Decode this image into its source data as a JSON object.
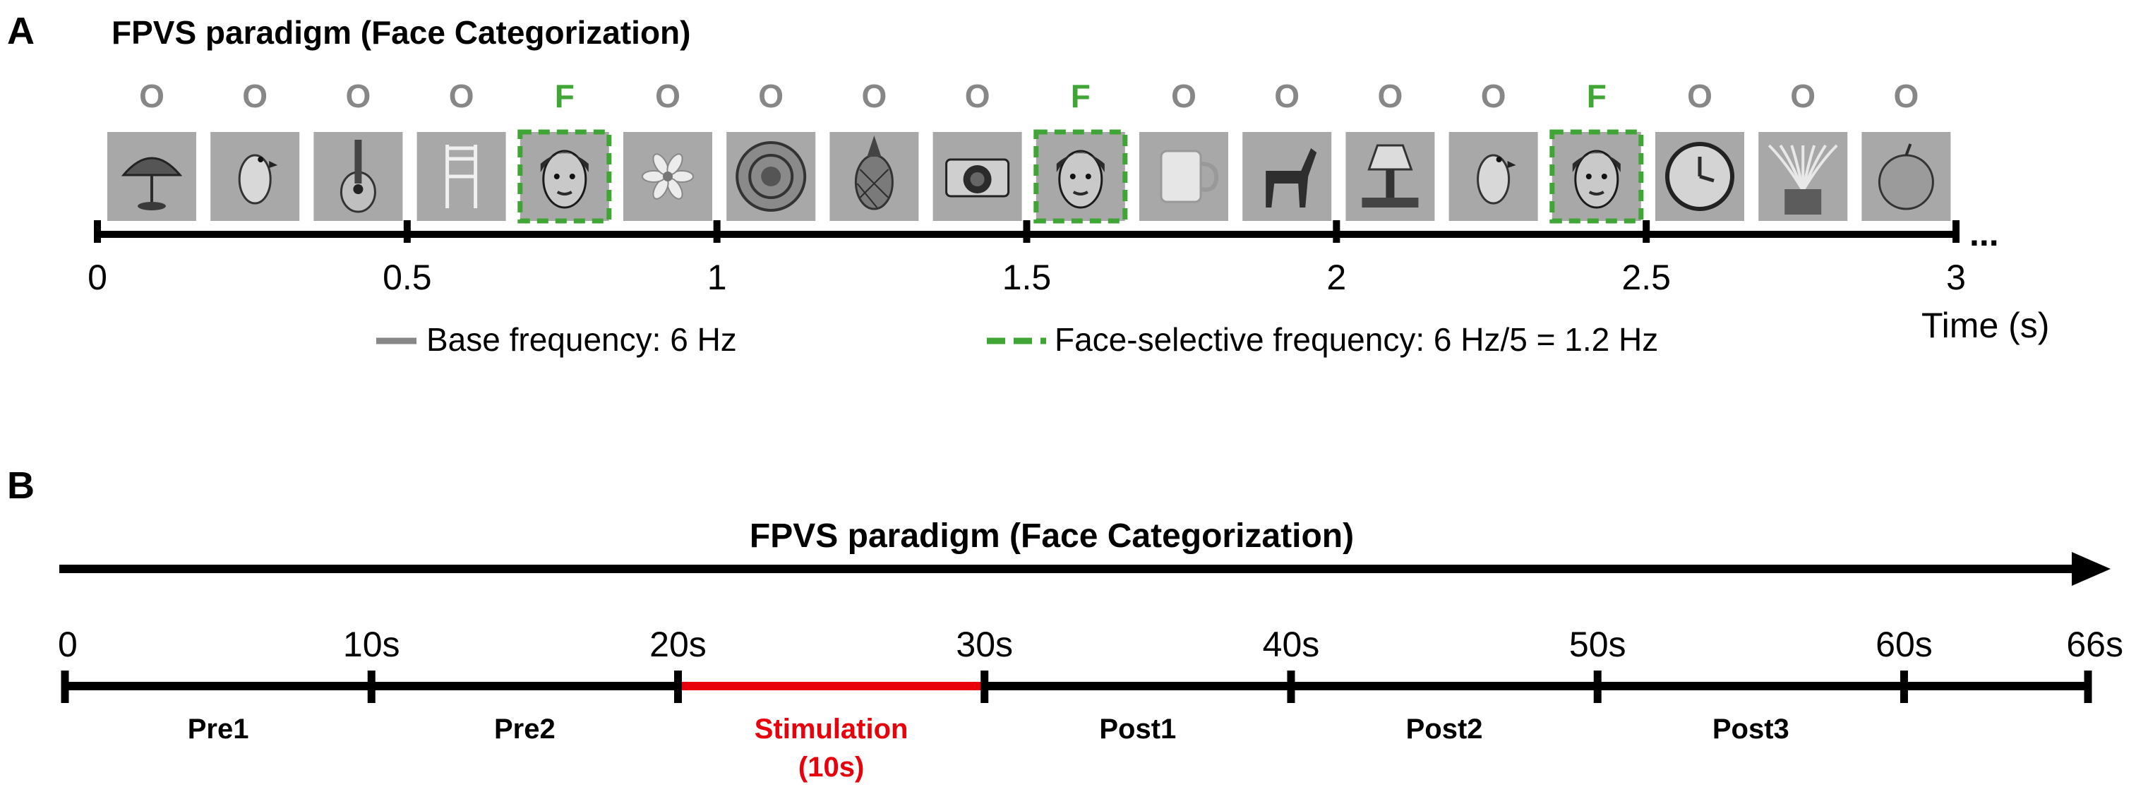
{
  "colors": {
    "face": "#3fa535",
    "object": "#878787",
    "stimulation": "#e8000b",
    "line": "#000000",
    "image_bg": "#a8a8a8"
  },
  "panel_a": {
    "letter": "A",
    "title": "FPVS paradigm (Face Categorization)",
    "sequence": [
      {
        "label": "O",
        "type": "object",
        "icon": "tiffany-lamp-photo"
      },
      {
        "label": "O",
        "type": "object",
        "icon": "parrot-photo"
      },
      {
        "label": "O",
        "type": "object",
        "icon": "guitar-photo"
      },
      {
        "label": "O",
        "type": "object",
        "icon": "chair-photo"
      },
      {
        "label": "F",
        "type": "face",
        "icon": "face-photo"
      },
      {
        "label": "O",
        "type": "object",
        "icon": "flower-photo"
      },
      {
        "label": "O",
        "type": "object",
        "icon": "plate-photo"
      },
      {
        "label": "O",
        "type": "object",
        "icon": "pineapple-photo"
      },
      {
        "label": "O",
        "type": "object",
        "icon": "camera-photo"
      },
      {
        "label": "F",
        "type": "face",
        "icon": "face-photo"
      },
      {
        "label": "O",
        "type": "object",
        "icon": "mug-photo"
      },
      {
        "label": "O",
        "type": "object",
        "icon": "horse-photo"
      },
      {
        "label": "O",
        "type": "object",
        "icon": "table-lamp-photo"
      },
      {
        "label": "O",
        "type": "object",
        "icon": "bird-photo"
      },
      {
        "label": "F",
        "type": "face",
        "icon": "face-photo"
      },
      {
        "label": "O",
        "type": "object",
        "icon": "clock-photo"
      },
      {
        "label": "O",
        "type": "object",
        "icon": "plant-photo"
      },
      {
        "label": "O",
        "type": "object",
        "icon": "apple-photo"
      }
    ],
    "axis": {
      "ticks": [
        "0",
        "0.5",
        "1",
        "1.5",
        "2",
        "2.5",
        "3"
      ],
      "ellipsis": "...",
      "label": "Time (s)"
    },
    "legend": {
      "base": "Base frequency: 6 Hz",
      "face": "Face-selective frequency: 6 Hz/5 = 1.2 Hz"
    }
  },
  "panel_b": {
    "letter": "B",
    "title": "FPVS paradigm (Face Categorization)",
    "timeline": {
      "tick_values": [
        0,
        10,
        20,
        30,
        40,
        50,
        60,
        66
      ],
      "tick_labels": [
        "0",
        "10s",
        "20s",
        "30s",
        "40s",
        "50s",
        "60s",
        "66s"
      ],
      "segments": [
        {
          "label": "Pre1",
          "start": 0,
          "end": 10,
          "highlight": false
        },
        {
          "label": "Pre2",
          "start": 10,
          "end": 20,
          "highlight": false
        },
        {
          "label": "Stimulation",
          "sublabel": "(10s)",
          "start": 20,
          "end": 30,
          "highlight": true
        },
        {
          "label": "Post1",
          "start": 30,
          "end": 40,
          "highlight": false
        },
        {
          "label": "Post2",
          "start": 40,
          "end": 50,
          "highlight": false
        },
        {
          "label": "Post3",
          "start": 50,
          "end": 60,
          "highlight": false
        }
      ]
    }
  }
}
